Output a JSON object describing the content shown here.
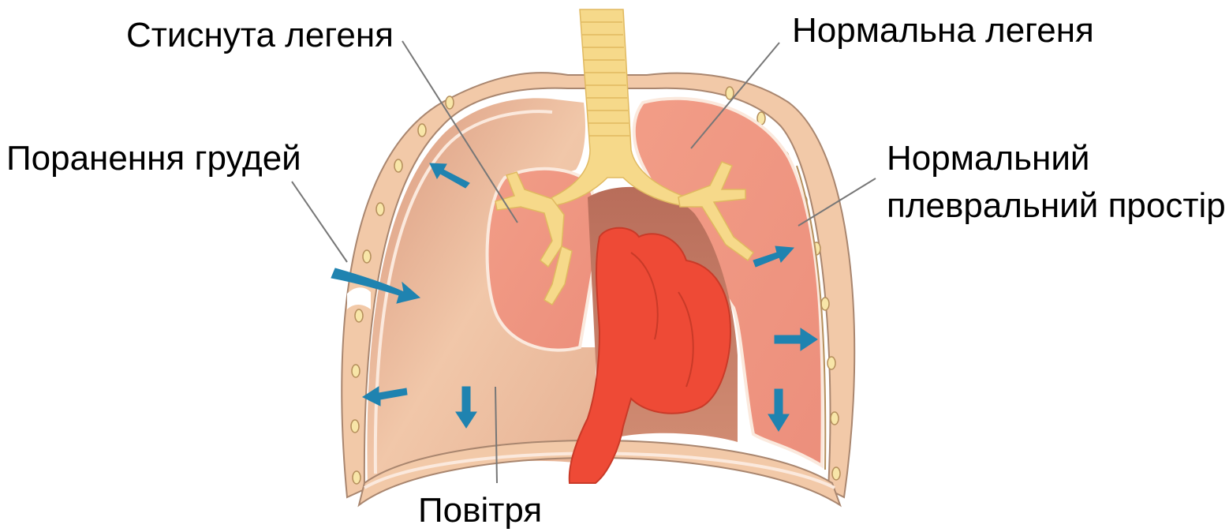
{
  "labels": {
    "compressed_lung": "Стиснута легеня",
    "normal_lung": "Нормальна легеня",
    "chest_injury": "Поранення грудей",
    "normal_pleural_line1": "Нормальний",
    "normal_pleural_line2": "плевральний простір",
    "air": "Повітря"
  },
  "colors": {
    "chest_wall": "#f2c9a8",
    "chest_wall_edge": "#a9866f",
    "air_space": "#e8b597",
    "lung_tissue": "#ef9a86",
    "pleura_line": "#fbe9dd",
    "trachea": "#f6d98a",
    "heart": "#ee4a36",
    "arrows": "#1f83b0",
    "leader_lines": "#777777"
  }
}
